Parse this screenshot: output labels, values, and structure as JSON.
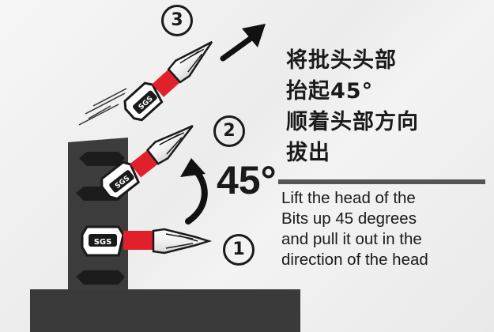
{
  "steps": {
    "one": "1",
    "two": "2",
    "three": "3"
  },
  "angle_label": "45°",
  "instruction_cn": [
    "将批头头部",
    "抬起45°",
    "顺着头部方向",
    "拔出"
  ],
  "instruction_en": [
    "Lift the head of the",
    "Bits up 45 degrees",
    "and pull it out in the",
    "direction of the head"
  ],
  "bit_brand": "SGS",
  "colors": {
    "holder": "#3c3c3c",
    "collar": "#e0202a",
    "arrow": "#111111"
  }
}
